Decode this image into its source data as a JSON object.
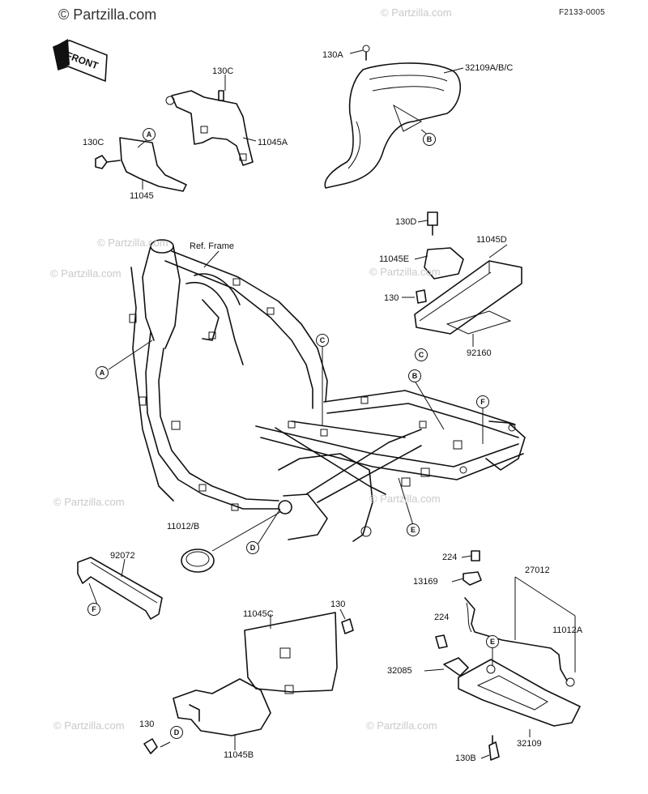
{
  "diagram_code": "F2133-0005",
  "front_label": "FRONT",
  "watermark": {
    "top": "© Partzilla.com",
    "repeat": "© Partzilla.com"
  },
  "frame_label": "Ref. Frame",
  "parts": {
    "p130A": "130A",
    "p32109ABC": "32109A/B/C",
    "p130C_top": "130C",
    "p11045A": "11045A",
    "p130C_left": "130C",
    "p11045": "11045",
    "p130D": "130D",
    "p11045D": "11045D",
    "p11045E": "11045E",
    "p130_mid": "130",
    "p92160": "92160",
    "p11012B": "11012/B",
    "p92072": "92072",
    "p224_top": "224",
    "p13169": "13169",
    "p27012": "27012",
    "p11012A": "11012A",
    "p224_mid": "224",
    "p32085": "32085",
    "p32109": "32109",
    "p130B": "130B",
    "p11045C": "11045C",
    "p130_right": "130",
    "p130_bottom": "130",
    "p11045B": "11045B"
  },
  "refs": {
    "A": "A",
    "B": "B",
    "C": "C",
    "D": "D",
    "E": "E",
    "F": "F"
  }
}
